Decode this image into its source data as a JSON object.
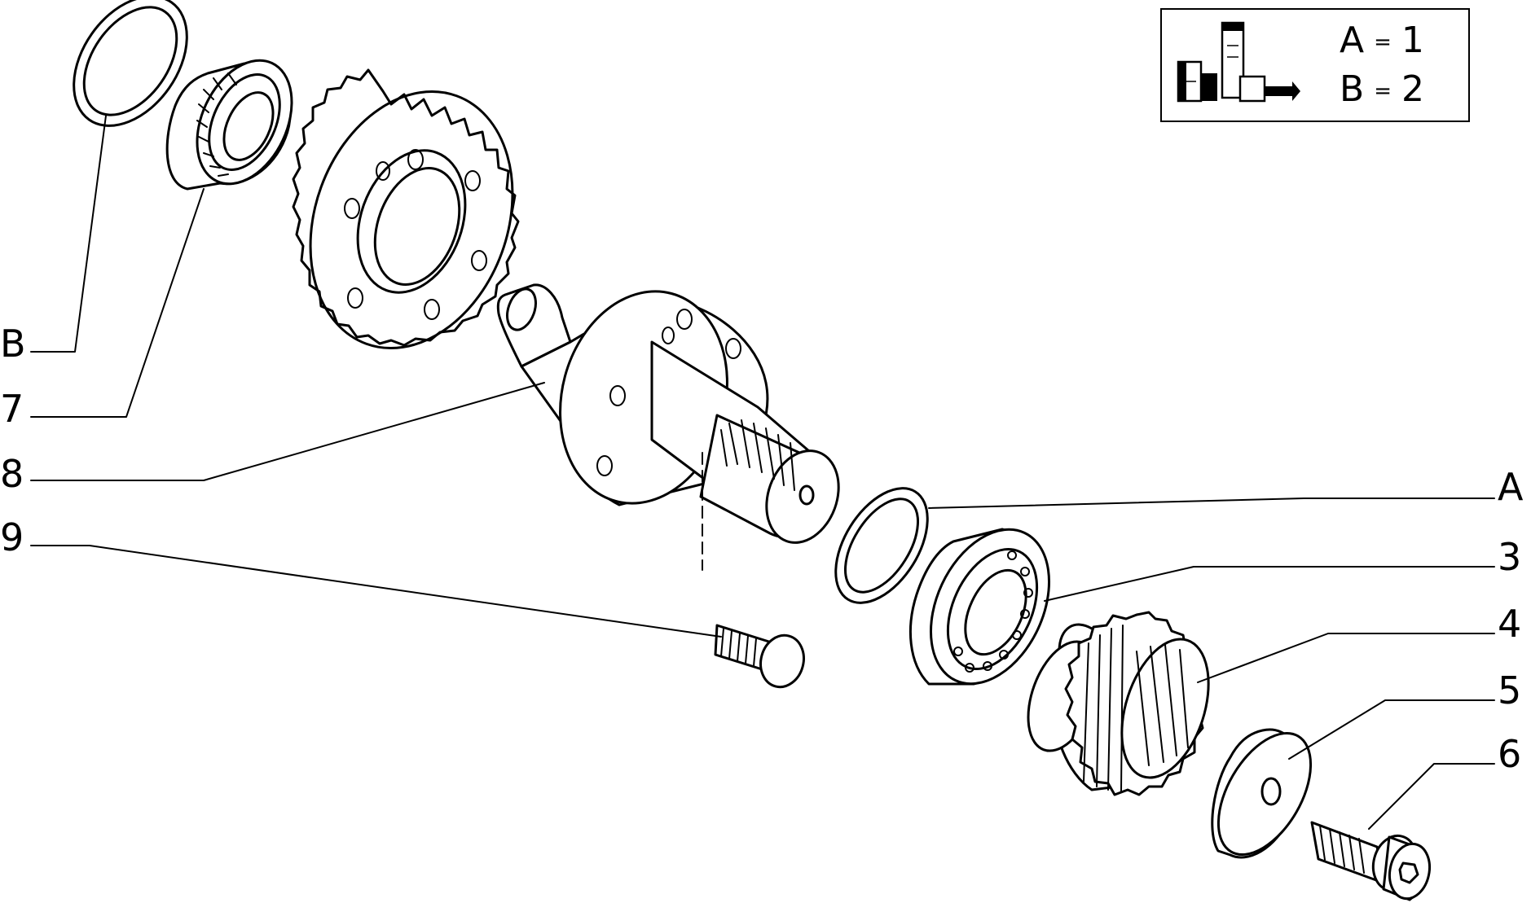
{
  "callouts": [
    {
      "id": "B",
      "label": "B"
    },
    {
      "id": "7",
      "label": "7"
    },
    {
      "id": "8",
      "label": "8"
    },
    {
      "id": "9",
      "label": "9"
    },
    {
      "id": "A",
      "label": "A"
    },
    {
      "id": "3",
      "label": "3"
    },
    {
      "id": "4",
      "label": "4"
    },
    {
      "id": "5",
      "label": "5"
    },
    {
      "id": "6",
      "label": "6"
    }
  ],
  "legend": {
    "icon": "lubricant-cans-icon",
    "rows": [
      {
        "key": "A",
        "eq": "=",
        "value": "1"
      },
      {
        "key": "B",
        "eq": "=",
        "value": "2"
      }
    ]
  }
}
